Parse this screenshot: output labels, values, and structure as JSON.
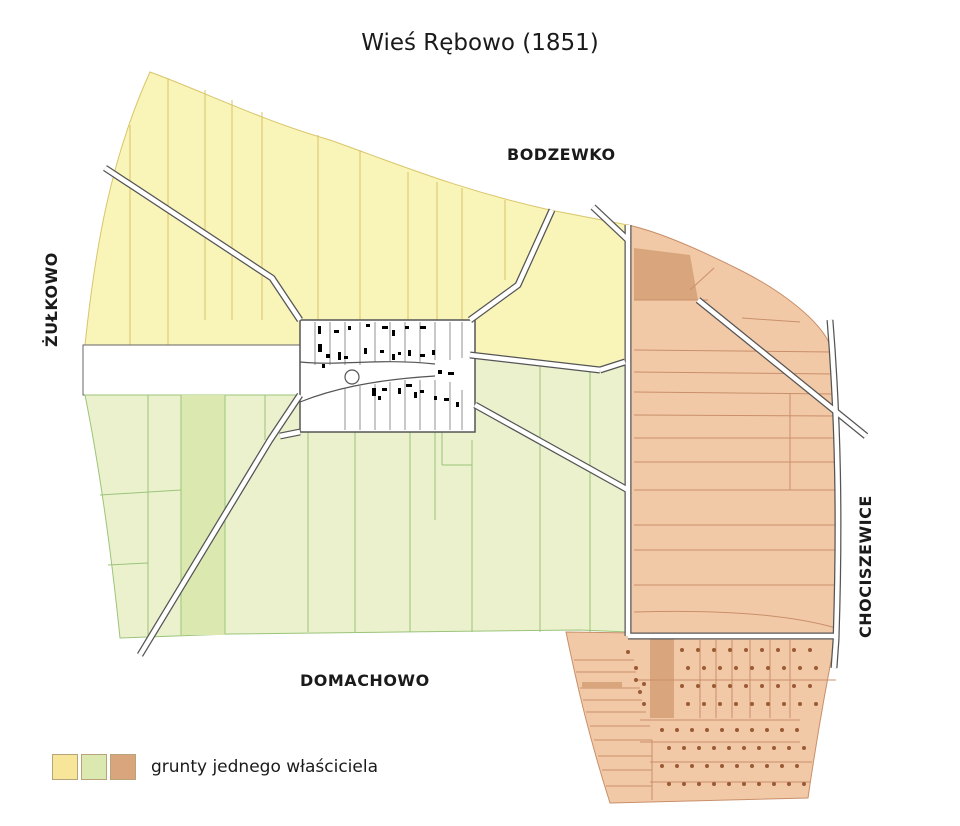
{
  "title": "Wieś Rębowo (1851)",
  "neighbors": {
    "north": "BODZEWKO",
    "south": "DOMACHOWO",
    "west": "ŻUŁKOWO",
    "east": "CHOCISZEWICE"
  },
  "legend": {
    "label": "grunty jednego właściciela",
    "colors": [
      "#f7e59a",
      "#dbe9b0",
      "#d9a57c"
    ]
  },
  "colors": {
    "yellow_land": "#f9f4b8",
    "yellow_land_strong": "#f7e59a",
    "green_land": "#eaf1cc",
    "green_land_strong": "#dbe9b0",
    "orange_land": "#f2c9a6",
    "orange_land_strong": "#d9a57c",
    "yellow_line": "#d9c56a",
    "green_line": "#9cc47a",
    "orange_line": "#c98f6a",
    "dots": "#9a5a34",
    "buildings": "#000000",
    "roads": "#ffffff",
    "road_edge": "#555555"
  }
}
